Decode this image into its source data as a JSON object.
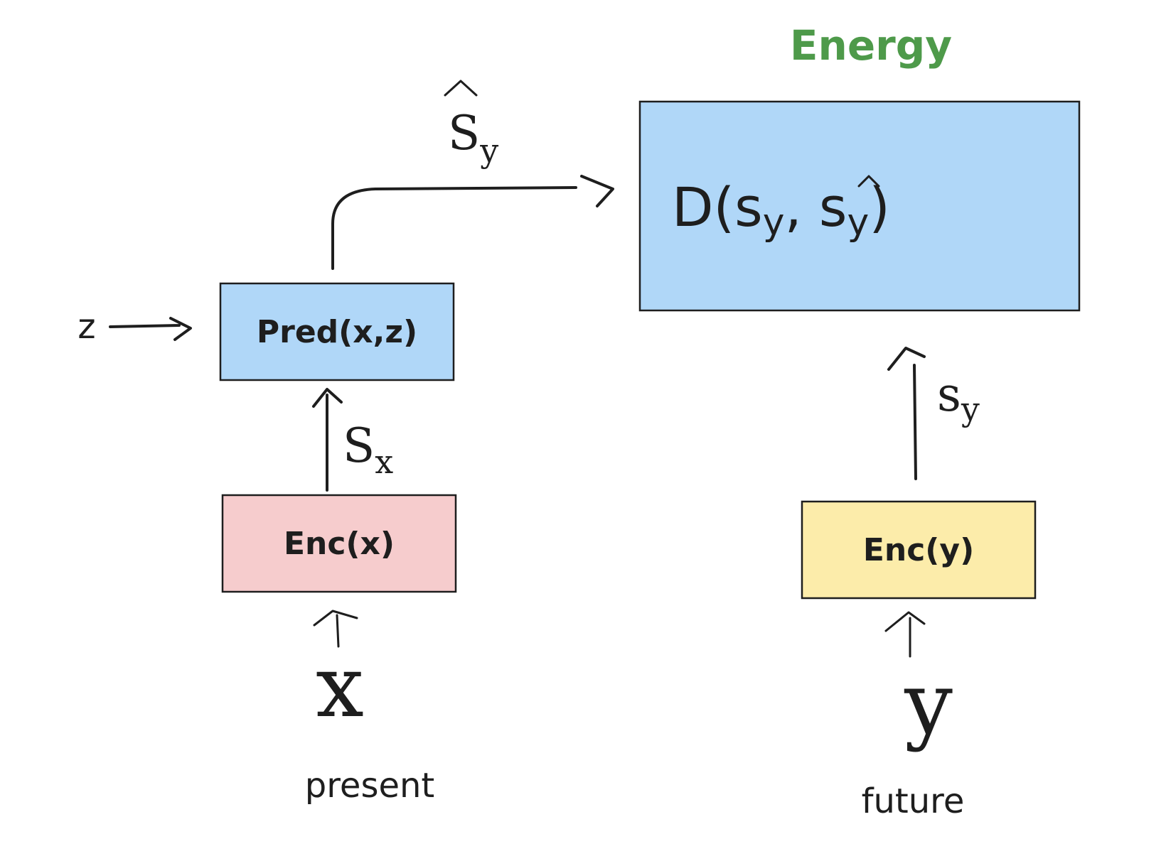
{
  "title": "Energy",
  "predictor": {
    "label": "Pred(x,z)"
  },
  "context_encoder": {
    "label": "Enc(x)"
  },
  "target_encoder": {
    "label": "Enc(y)"
  },
  "energy_box": {
    "formula_prefix": "D(s",
    "formula_sub1": "y",
    "formula_mid": ", s",
    "formula_sub2": "y",
    "formula_suffix": ")"
  },
  "latent": {
    "label": "z"
  },
  "pred_output": {
    "main": "S",
    "sub": "y"
  },
  "context_rep": {
    "main": "S",
    "sub": "x"
  },
  "target_rep": {
    "main": "s",
    "sub": "y"
  },
  "input_x": {
    "label": "x",
    "caption": "present"
  },
  "input_y": {
    "label": "y",
    "caption": "future"
  },
  "colors": {
    "title": "#4e9a4a",
    "predictor_fill": "#b0d7f8",
    "energy_fill": "#b0d7f8",
    "enc_x_fill": "#f6cccd",
    "enc_y_fill": "#fcecaa",
    "stroke": "#1e1e1e"
  }
}
